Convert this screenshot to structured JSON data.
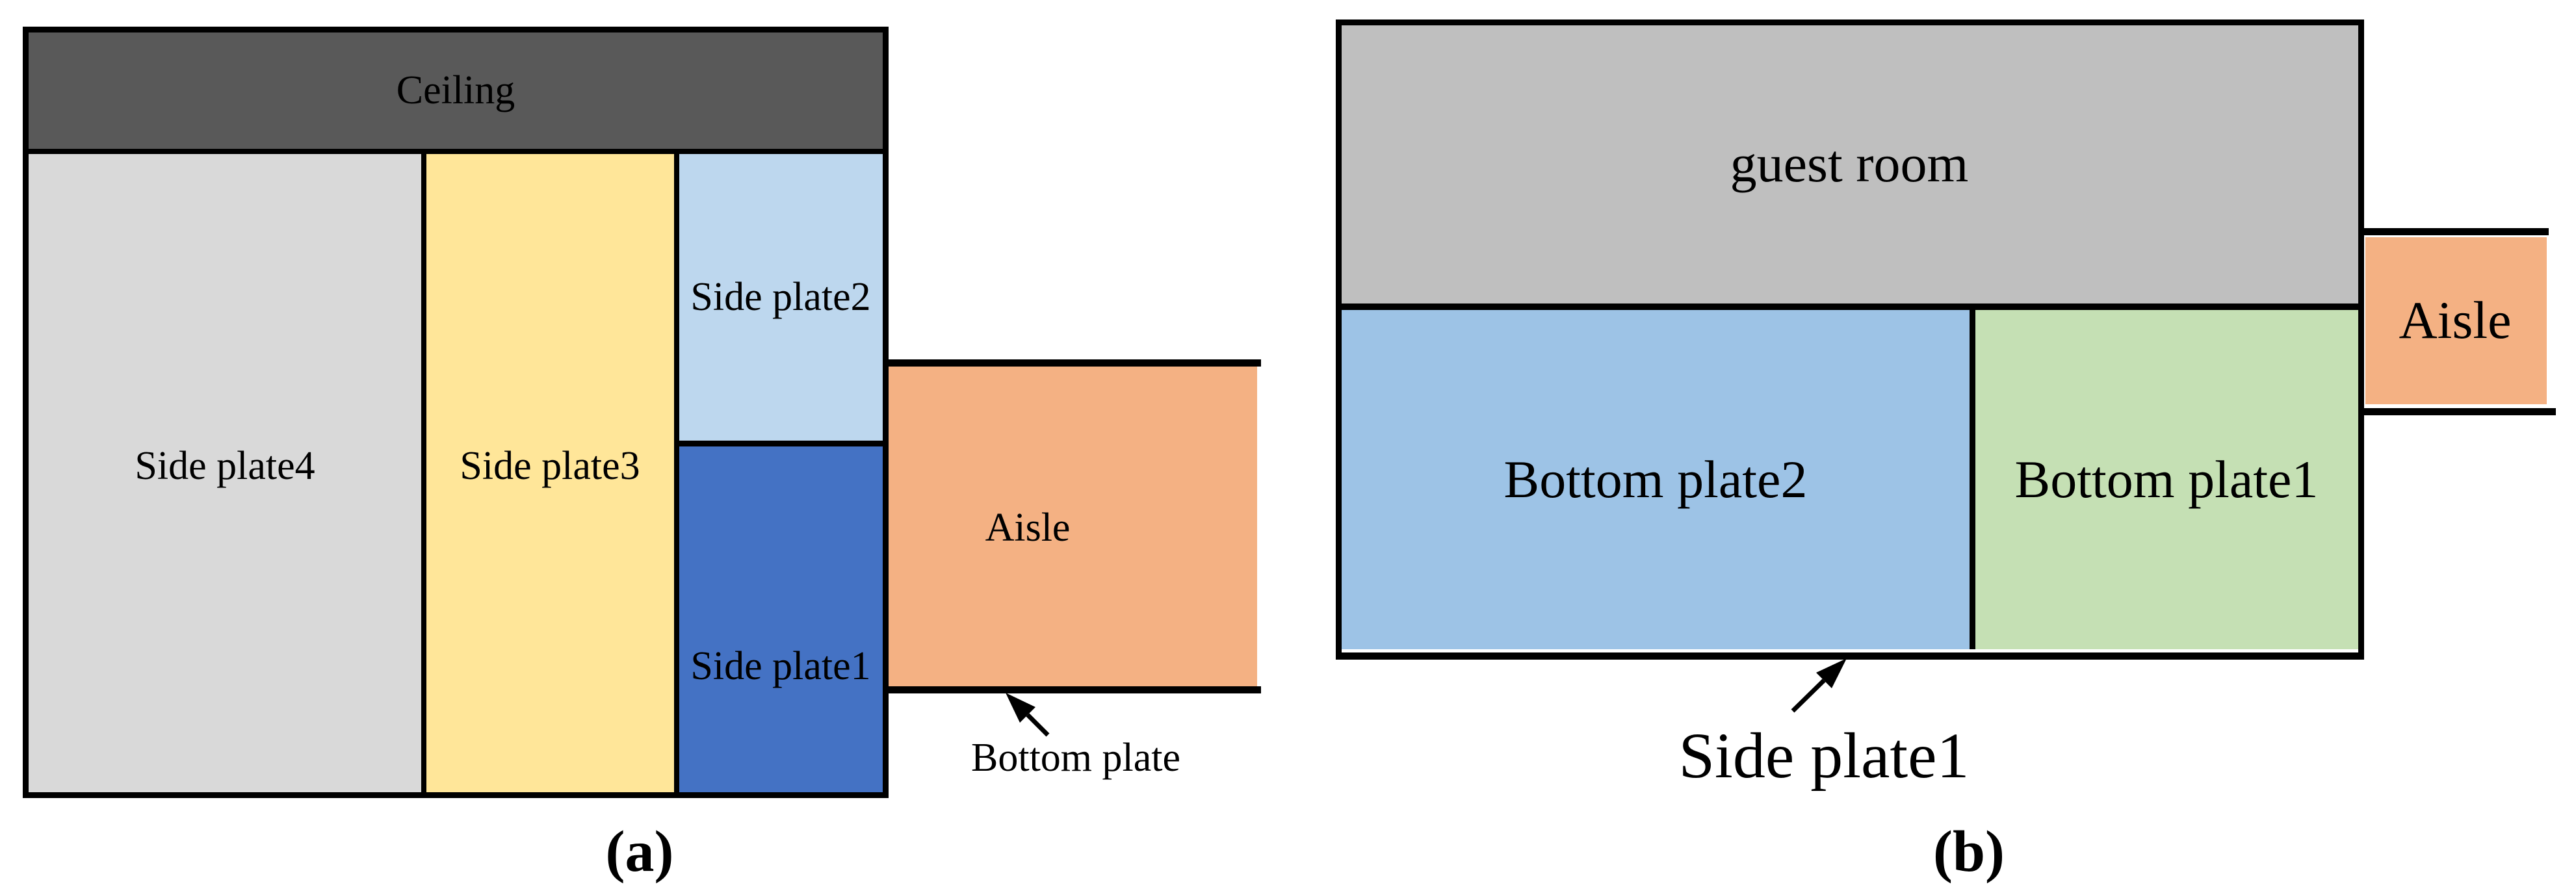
{
  "colors": {
    "ceiling": "#595959",
    "side_plate4": "#d9d9d9",
    "side_plate3": "#ffe699",
    "side_plate2": "#bdd7ee",
    "side_plate1_a": "#4472c4",
    "aisle": "#f4b183",
    "guest_room": "#bfbfbf",
    "bottom_plate2": "#9dc3e6",
    "bottom_plate1": "#c5e0b4",
    "line": "#000000",
    "text": "#000000"
  },
  "diagram_a": {
    "labels": {
      "ceiling": "Ceiling",
      "side_plate4": "Side plate4",
      "side_plate3": "Side plate3",
      "side_plate2": "Side plate2",
      "side_plate1": "Side plate1",
      "aisle": "Aisle",
      "bottom_plate_annotation": "Bottom plate"
    },
    "caption": "(a)"
  },
  "diagram_b": {
    "labels": {
      "guest_room": "guest room",
      "bottom_plate2": "Bottom plate2",
      "bottom_plate1": "Bottom plate1",
      "aisle": "Aisle",
      "side_plate1_annotation": "Side plate1"
    },
    "caption": "(b)"
  }
}
